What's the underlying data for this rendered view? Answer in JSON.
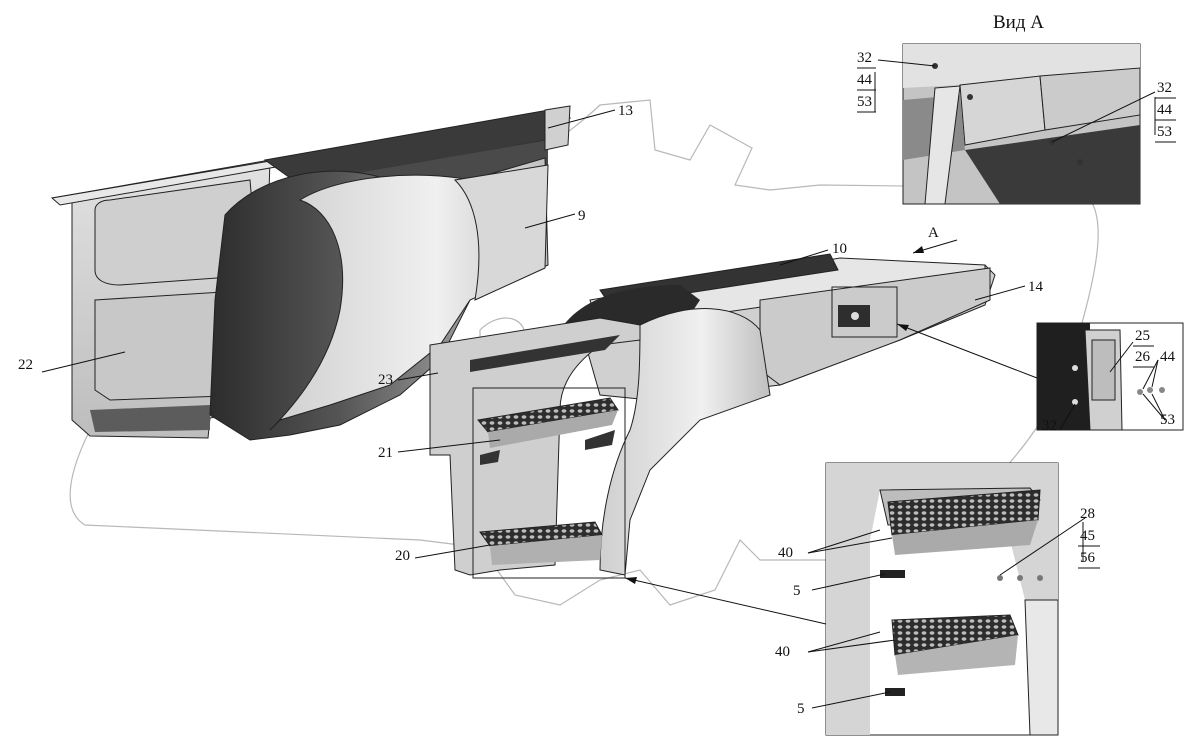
{
  "view_title": "Вид А",
  "arrow_label": "А",
  "callouts": {
    "c9": "9",
    "c10": "10",
    "c13": "13",
    "c14": "14",
    "c20": "20",
    "c21": "21",
    "c22": "22",
    "c23": "23"
  },
  "view_a": {
    "left_stack": [
      "32",
      "44",
      "53"
    ],
    "right_stack": [
      "32",
      "44",
      "53"
    ]
  },
  "detail_bracket": {
    "c25": "25",
    "c26": "26",
    "c44": "44",
    "c32": "32",
    "c53": "53"
  },
  "detail_steps": {
    "c28": "28",
    "c45": "45",
    "c56": "56",
    "c40a": "40",
    "c5a": "5",
    "c40b": "40",
    "c5b": "5"
  },
  "colors": {
    "panel_light": "#d4d4d4",
    "panel_mid": "#b8b8b8",
    "panel_dark": "#3c3c3c",
    "shadow": "#2a2a2a",
    "watermark": "#9a9a9a"
  }
}
